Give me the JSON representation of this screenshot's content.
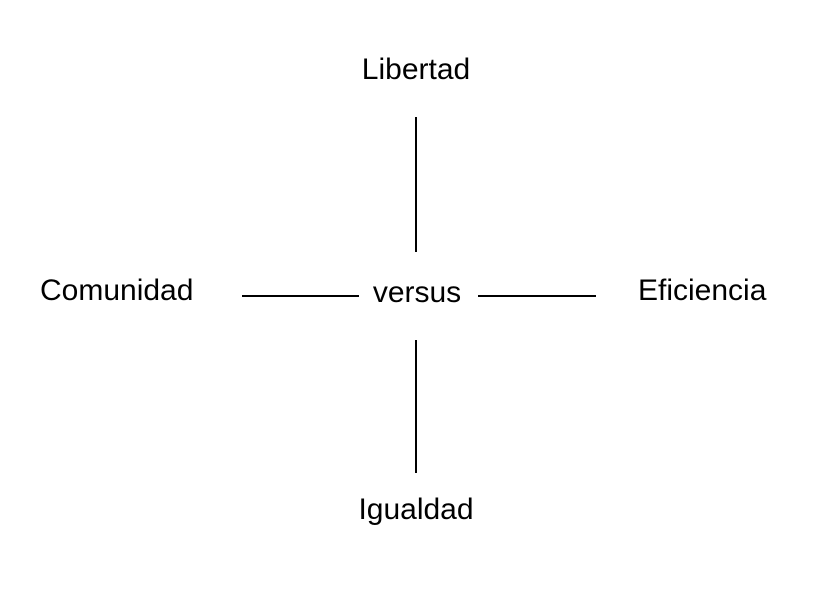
{
  "diagram": {
    "top_label": "Libertad",
    "left_label": "Comunidad",
    "center_label": "versus",
    "right_label": "Eficiencia",
    "bottom_label": "Igualdad"
  }
}
